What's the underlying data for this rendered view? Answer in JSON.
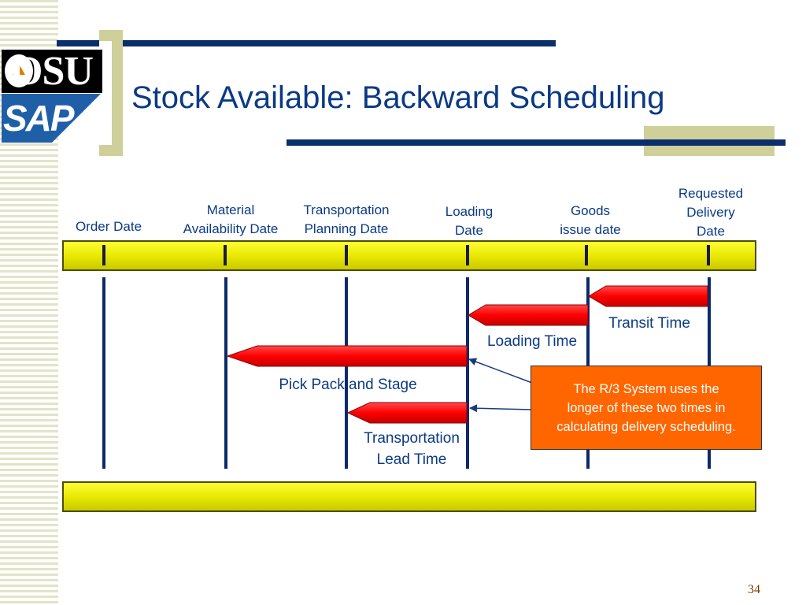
{
  "slide": {
    "title": "Stock Available:  Backward Scheduling",
    "page_number": "34"
  },
  "logo": {
    "osu": "OSU",
    "sap": "SAP"
  },
  "dates": [
    {
      "lines": [
        "Order Date"
      ]
    },
    {
      "lines": [
        "Material",
        "Availability Date"
      ]
    },
    {
      "lines": [
        "Transportation",
        "Planning Date"
      ]
    },
    {
      "lines": [
        "Loading",
        "Date"
      ]
    },
    {
      "lines": [
        "Goods",
        "issue date"
      ]
    },
    {
      "lines": [
        "Requested",
        "Delivery",
        "Date"
      ]
    }
  ],
  "periods": {
    "transit_time": "Transit Time",
    "loading_time": "Loading Time",
    "pick_pack_stage": "Pick Pack and Stage",
    "transportation_lead_time": [
      "Transportation",
      "Lead Time"
    ]
  },
  "note": {
    "lines": [
      "The  R/3 System uses the",
      "longer of these two times in",
      "calculating delivery scheduling."
    ]
  },
  "colors": {
    "title": "#0b3a85",
    "timeline_bar": "#e6e600",
    "arrow": "#ff0000",
    "note_box": "#ff6600",
    "frame_navy": "#0a2f6b",
    "frame_khaki": "#cfcf99"
  }
}
